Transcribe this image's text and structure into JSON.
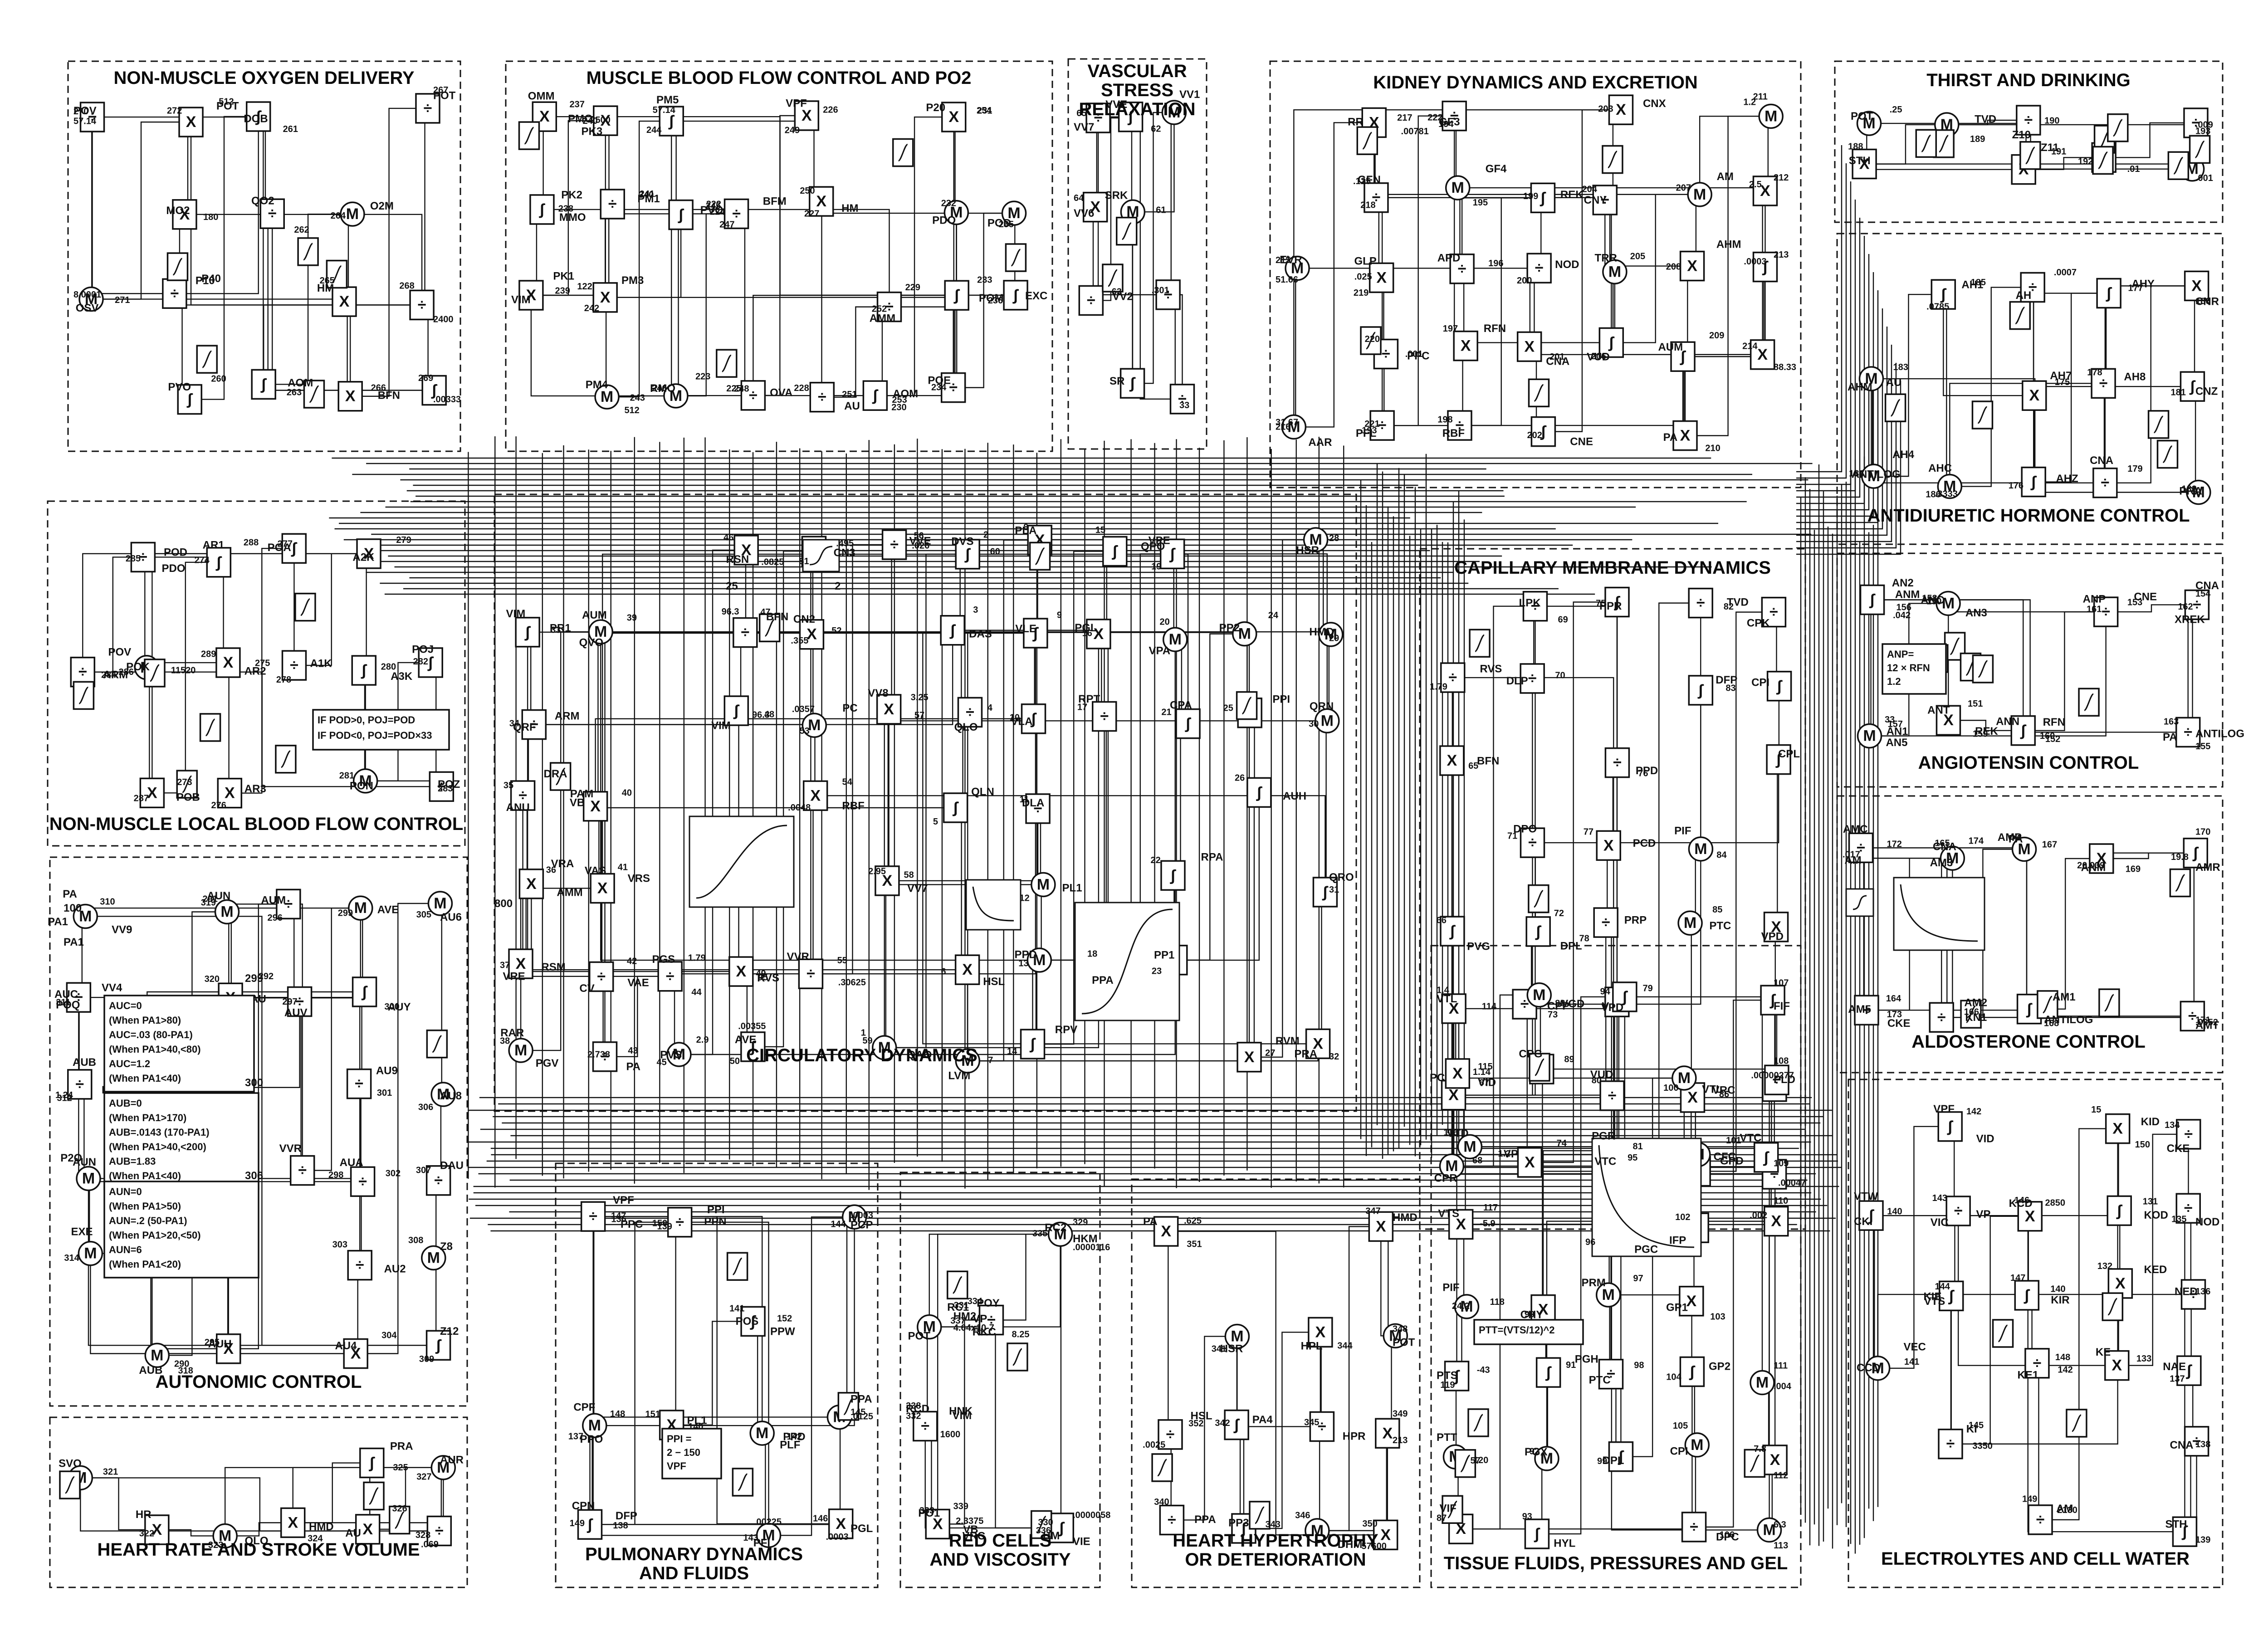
{
  "modules": [
    {
      "id": "nmod",
      "title": "NON-MUSCLE OXYGEN DELIVERY"
    },
    {
      "id": "mbf",
      "title": "MUSCLE BLOOD FLOW CONTROL AND PO2"
    },
    {
      "id": "vsr",
      "title": "VASCULAR STRESS RELAXATION"
    },
    {
      "id": "kid",
      "title": "KIDNEY DYNAMICS AND EXCRETION"
    },
    {
      "id": "thirst",
      "title": "THIRST AND DRINKING"
    },
    {
      "id": "adh",
      "title": "ANTIDIURETIC HORMONE CONTROL"
    },
    {
      "id": "ang",
      "title": "ANGIOTENSIN CONTROL"
    },
    {
      "id": "ald",
      "title": "ALDOSTERONE CONTROL"
    },
    {
      "id": "ecw",
      "title": "ELECTROLYTES AND CELL WATER"
    },
    {
      "id": "nmlbf",
      "title": "NON-MUSCLE LOCAL BLOOD FLOW CONTROL"
    },
    {
      "id": "auto",
      "title": "AUTONOMIC CONTROL"
    },
    {
      "id": "hrsv",
      "title": "HEART RATE AND STROKE VOLUME"
    },
    {
      "id": "circ",
      "title": "CIRCULATORY DYNAMICS"
    },
    {
      "id": "cmd",
      "title": "CAPILLARY MEMBRANE DYNAMICS"
    },
    {
      "id": "pulm",
      "title": "PULMONARY DYNAMICS AND FLUIDS"
    },
    {
      "id": "rbc",
      "title": "RED CELLS AND VISCOSITY"
    },
    {
      "id": "hhd",
      "title": "HEART HYPERTROPHY OR DETERIORATION"
    },
    {
      "id": "tfp",
      "title": "TISSUE FLUIDS, PRESSURES AND GEL"
    }
  ],
  "block_ops": {
    "mult": "X",
    "sum": "Σ",
    "div": "÷",
    "integ": "∫",
    "antilog": "ANTILOG"
  },
  "labels": {
    "nmod": [
      "POV",
      "OSV",
      "POT",
      "MO2",
      "P40",
      "PVO",
      "DOB",
      "QO2",
      "AOM",
      "O2M",
      "HM",
      "BFN",
      "POT",
      "2400",
      ".00333",
      "57.14",
      "8.0001",
      "512",
      "180",
      "P10",
      "260",
      "261",
      "262",
      "263",
      "264",
      "265",
      "266",
      "267",
      "268",
      "269",
      "270",
      "271",
      "272"
    ],
    "mbf": [
      "PMO",
      "PK2",
      "PK1",
      "PK3",
      "PM1",
      "PM3",
      "PM4",
      "PM5",
      "PVO",
      "RMO",
      "BFM",
      "OVA",
      "VPF",
      "HM",
      "AU",
      "AMM",
      "AOM",
      "P20",
      "PDO",
      "POM",
      "POE",
      "POD",
      "EXC",
      "OMM",
      "MMO",
      "VIM",
      "2500",
      "340",
      "122",
      "512",
      "57.14",
      "222",
      "223",
      "224",
      "225",
      "226",
      "227",
      "228",
      "229",
      "230",
      "231",
      "232",
      "233",
      "234",
      "235",
      "236",
      "237",
      "238",
      "239",
      "240",
      "241",
      "242",
      "243",
      "244",
      "245",
      "246",
      "247",
      "248",
      "249",
      "250",
      "251",
      "252",
      "253",
      "254"
    ],
    "vsr": [
      "VV7",
      "VV6",
      "VV2",
      "VVE",
      "SRK",
      "SR",
      "VV1",
      ".301",
      "33",
      "65",
      "64",
      "63",
      "62",
      "61"
    ],
    "kid": [
      "EVR",
      "AAR",
      "RR",
      "GFN",
      "GLP",
      "PPC",
      "PFL",
      "GF3",
      "GF4",
      "APD",
      "RFN",
      "RBF",
      "REK",
      "NOD",
      "CNA",
      "CNE",
      "CNX",
      "CNY",
      "TRR",
      "VUD",
      "AM",
      "AHM",
      "AUM",
      "PA",
      "1.2",
      "2.5",
      ".0003",
      "88.33",
      "51.66",
      "31.67",
      ".00781",
      ".125",
      ".025",
      ".001",
      "193",
      "194",
      "195",
      "196",
      "197",
      "198",
      "199",
      "200",
      "201",
      "202",
      "203",
      "204",
      "205",
      "206",
      "207",
      "208",
      "209",
      "210",
      "211",
      "212",
      "213",
      "214",
      "215",
      "216",
      "217",
      "218",
      "219",
      "220",
      "221",
      "222"
    ],
    "thirst": [
      "POT",
      "STH",
      "TVD",
      "Z10",
      "Z11",
      ".01",
      ".009",
      ".001",
      ".25",
      "188",
      "189",
      "190",
      "191",
      "192",
      "193"
    ],
    "adh": [
      "AHM",
      "AH4",
      "AH1",
      "AHC",
      "AH",
      "AH7",
      "AHZ",
      "AHY",
      "AH8",
      "CNA",
      "CNR",
      "CNZ",
      "PRA",
      "AU",
      "ANTILOG",
      ".0785",
      ".3333",
      ".0007",
      "175",
      "176",
      "177",
      "178",
      "179",
      "180",
      "181",
      "182",
      "183",
      "184",
      "185",
      "186"
    ],
    "ang": [
      "ANM",
      "AN5",
      "AN3",
      "REK",
      "RFN",
      "ANP",
      "XREK",
      "PA",
      "AN2",
      "AN1",
      "ANC",
      "ANT",
      "ANN",
      "CNE",
      "CNA",
      "ANTILOG",
      ".042",
      "33",
      "150",
      "151",
      "152",
      "153",
      "154",
      "155",
      "156",
      "157",
      "158",
      "159",
      "160",
      "161",
      "162",
      "163"
    ],
    "ald": [
      "AM",
      "AM5",
      "AM3",
      "AM2",
      "AMP",
      "AM1",
      "ANM",
      "AMR",
      "AMT",
      "AMC",
      "CKE",
      "CNA",
      "KN1",
      "PA",
      "ANTILOG",
      "20.039",
      "19.8",
      ".0352",
      ".017",
      "164",
      "165",
      "166",
      "167",
      "168",
      "169",
      "170",
      "171",
      "172",
      "173",
      "174"
    ],
    "ecw": [
      "CKI",
      "CCD",
      "VID",
      "VIC",
      "KIE",
      "KI",
      "KCD",
      "KIR",
      "KE1",
      "AM",
      "KID",
      "KOD",
      "KED",
      "KE",
      "CKE",
      "NOD",
      "NED",
      "NAE",
      "CNA",
      "STH",
      "VTW",
      "VEC",
      "VPF",
      "VP",
      "VTS",
      "3350",
      "2850",
      "140",
      "142",
      "2130",
      "15",
      "131",
      "132",
      "133",
      "134",
      "135",
      "136",
      "137",
      "138",
      "139",
      "140",
      "141",
      "142",
      "143",
      "144",
      "145",
      "146",
      "147",
      "148",
      "149",
      "150"
    ],
    "nmlbf": [
      "POV",
      "POD",
      "POK",
      "POB",
      "AR1",
      "AR2",
      "AR3",
      "POA",
      "A1K",
      "A2K",
      "A3K",
      "PON",
      "POJ",
      "POZ",
      "ARM",
      "PDO",
      "11520",
      "273",
      "274",
      "275",
      "276",
      "277",
      "278",
      "279",
      "280",
      "281",
      "282",
      "283",
      "284",
      "285",
      "286",
      "287",
      "288",
      "289"
    ],
    "auto": [
      "PA",
      "POQ",
      "POT",
      "P2O",
      "EXE",
      "EX1",
      "EXC",
      "AUC",
      "AUB",
      "AUN",
      "AU",
      "AUZ",
      "AUJ",
      "AUH",
      "AUM",
      "AUV",
      "VVR",
      "AVE",
      "AUY",
      "AU9",
      "AUA",
      "AU2",
      "AU4",
      "AU6",
      "AU8",
      "DAU",
      "Z8",
      "Z12",
      "VV9",
      "VV4",
      "1.24",
      "3.159",
      "2.95",
      "800",
      ".8",
      ".85",
      "290",
      "291",
      "292",
      "293",
      "294",
      "295",
      "296",
      "297",
      "298",
      "299",
      "300",
      "301",
      "302",
      "303",
      "304",
      "305",
      "306",
      "307",
      "308",
      "309",
      "310",
      "311",
      "312",
      "313",
      "314",
      "315",
      "316",
      "317",
      "318",
      "319",
      "320"
    ],
    "hrsv": [
      "SVO",
      "HR",
      "QLO",
      "HMD",
      "PRA",
      "AU",
      "AUR",
      ".069",
      "321",
      "322",
      "323",
      "324",
      "325",
      "326",
      "327",
      "328"
    ],
    "circ": [
      "VIM",
      "ARM",
      "ANU",
      "AMM",
      "RSM",
      "RAR",
      "AUM",
      "PAM",
      "VAS",
      "VAE",
      "PA",
      "PGS",
      "PVS",
      "RSN",
      "BFN",
      "VIM",
      "RVS",
      "AVE",
      "CN3",
      "CN2",
      "PC",
      "RBF",
      "VVR",
      "VVE",
      "VV8",
      "VV7",
      "QAO",
      "DVS",
      "DAS",
      "QLO",
      "QLN",
      "HSL",
      "LVM",
      "PLA",
      "VLE",
      "VLA",
      "DLA",
      "PL1",
      "PPD",
      "RPV",
      "QPO",
      "PGL",
      "RPT",
      "PPA",
      "VPE",
      "VPA",
      "CPA",
      "RPA",
      "PP1",
      "PP2",
      "PPI",
      "AUH",
      "RVM",
      "HSR",
      "HMD",
      "QRN",
      "QRO",
      "PRA",
      "PR1",
      "QRF",
      "DRA",
      "VRA",
      "VRE",
      "PGV",
      "QVO",
      "VB",
      "VRS",
      "CV",
      "2.738",
      "1.79",
      "2.9",
      ".0825",
      "96.3",
      "96.3",
      "95",
      ".00355",
      ".495",
      ".355",
      ".0357",
      ".0048",
      ".30625",
      ".026",
      "3.25",
      "2.95",
      "1",
      "2",
      "3",
      "4",
      "5",
      "6",
      "7",
      "8",
      "9",
      "10",
      "11",
      "12",
      "13",
      "14",
      "15",
      "16",
      "17",
      "18",
      "19",
      "20",
      "21",
      "22",
      "23",
      "24",
      "25",
      "26",
      "27",
      "28",
      "29",
      "30",
      "31",
      "32",
      "33",
      "34",
      "35",
      "36",
      "37",
      "38",
      "39",
      "40",
      "41",
      "42",
      "43",
      "44",
      "45",
      "46",
      "47",
      "48",
      "49",
      "50",
      "51",
      "52",
      "53",
      "54",
      "55",
      "56",
      "57",
      "58",
      "59",
      "60"
    ],
    "cmd": [
      "RVS",
      "BFN",
      "PVG",
      "PC",
      "CPR",
      "LPK",
      "DLP",
      "DPO",
      "DPL",
      "CPP",
      "VP",
      "PPR",
      "PPD",
      "PCD",
      "PRP",
      "VPD",
      "VUD",
      "VTC",
      "TVD",
      "DFP",
      "PIF",
      "PTC",
      "VRC",
      "CFC",
      "CPK",
      "CPI",
      "CPL",
      "VPD",
      ".00000277",
      ".00047",
      "1.79",
      "65",
      "66",
      "67",
      "68",
      "69",
      "70",
      "71",
      "72",
      "73",
      "74",
      "75",
      "76",
      "77",
      "78",
      "79",
      "80",
      "81",
      "82",
      "83",
      "84",
      "85",
      "86"
    ],
    "pulm": [
      "PPC",
      "CPF",
      "CPN",
      "PPN",
      "PPR",
      "POS",
      "PLF",
      "PFI",
      "PCP",
      "PPA",
      "PGL",
      "VPF",
      "PPO",
      "DFP",
      "PPI",
      "PL1",
      "PPW",
      "PPD",
      ".00225",
      ".0003",
      ".0125",
      ".0003",
      "136",
      "137",
      "138",
      "139",
      "140",
      "141",
      "142",
      "143",
      "144",
      "145",
      "146",
      "147",
      "148",
      "149",
      "150",
      "151",
      "152"
    ],
    "rbc": [
      "POT",
      "VIM",
      "PO1",
      "POY",
      "HKM",
      "VIE",
      "RC1",
      "RCD",
      "VRC",
      "RKC",
      "RC2",
      "HM",
      "HM2",
      "HNK",
      "VB",
      "VP",
      ".0000116",
      ".0000058",
      "4.64x10-7",
      "1600",
      "2.3375",
      "8.25",
      "329",
      "330",
      "331",
      "332",
      "333",
      "334",
      "335",
      "336",
      "337",
      "338",
      "339"
    ],
    "hhd": [
      "PA",
      "HSL",
      "PPA",
      "HSR",
      "PA4",
      "PP3",
      "HPL",
      "HPR",
      "DHM",
      "HMD",
      "POT",
      "213",
      "57600",
      ".625",
      ".0025",
      "340",
      "341",
      "342",
      "343",
      "344",
      "345",
      "346",
      "347",
      "348",
      "349",
      "350",
      "351",
      "352"
    ],
    "tfp": [
      "VTL",
      "VID",
      "VTD",
      "VTS",
      "PIF",
      "PTS",
      "PTT",
      "VIF",
      "VGD",
      "CPG",
      "CHY",
      "PGH",
      "PGX",
      "HYL",
      "V",
      "PGR",
      "PGC",
      "PRM",
      "PTC",
      "DPL",
      "VTL",
      "GPD",
      "IFP",
      "GP1",
      "GP2",
      "CPI",
      "DPC",
      "FIF",
      "PLD",
      "VTC",
      ".002",
      ".004",
      "7.8",
      "6.3",
      "1.4",
      "1.14",
      "1.2",
      "-5.9",
      "24.2",
      "-43",
      "57",
      "87",
      "88",
      "89",
      "90",
      "91",
      "92",
      "93",
      "94",
      "95",
      "96",
      "97",
      "98",
      "99",
      "100",
      "101",
      "102",
      "103",
      "104",
      "105",
      "106",
      "107",
      "108",
      "109",
      "110",
      "111",
      "112",
      "113",
      "114",
      "115",
      "116",
      "117",
      "118",
      "119",
      "120"
    ]
  },
  "equations": {
    "auc": [
      "AUC=0",
      "(When PA1>80)",
      "AUC=.03 (80-PA1)",
      "(When PA1>40,<80)",
      "AUC=1.2",
      "(When PA1<40)"
    ],
    "aub": [
      "AUB=0",
      "(When PA1>170)",
      "AUB=.0143 (170-PA1)",
      "(When PA1>40,<200)",
      "AUB=1.83",
      "(When PA1<40)"
    ],
    "aun": [
      "AUN=0",
      "(When PA1>50)",
      "AUN=.2 (50-PA1)",
      "(When PA1>20,<50)",
      "AUN=6",
      "(When PA1<20)"
    ],
    "poj": [
      "IF POD>0, POJ=POD",
      "IF POD<0, POJ=POD×33"
    ],
    "ppi": [
      "PPI =",
      "2 − 150",
      "VPF"
    ],
    "ptt": [
      "PTT=(VTS/12)^2"
    ],
    "anp": [
      "ANP=",
      "12 × RFN",
      "1.2"
    ]
  },
  "codes": [
    "299",
    "300",
    "306",
    "AUC",
    "AUB",
    "AUN",
    "PA1",
    "PA1",
    "100",
    "800",
    "25",
    "2"
  ]
}
